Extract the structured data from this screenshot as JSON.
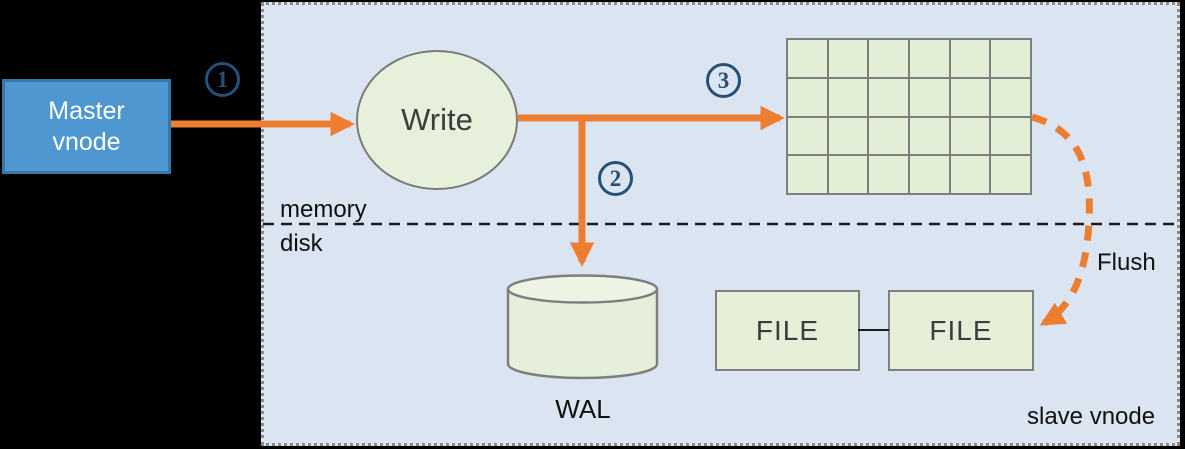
{
  "diagram_type": "flow-diagram",
  "colors": {
    "background_outer": "#000000",
    "panel_bg": "#dbe5f1",
    "panel_border": "#8a8a8a",
    "accent_orange": "#ed7d31",
    "node_green_fill": "#e6efd9",
    "node_green_border": "#7f7f7f",
    "master_blue_fill": "#4f97d1",
    "master_blue_border": "#3878a8",
    "step_number_blue": "#265077",
    "divider_black": "#1c1c1c"
  },
  "nodes": {
    "master": {
      "line1": "Master",
      "line2": "vnode"
    },
    "write": {
      "label": "Write"
    },
    "wal": {
      "label": "WAL"
    },
    "file1": {
      "label": "FILE"
    },
    "file2": {
      "label": "FILE"
    }
  },
  "labels": {
    "memory": "memory",
    "disk": "disk",
    "flush": "Flush",
    "slave_vnode": "slave vnode"
  },
  "steps": {
    "one": "1",
    "two": "2",
    "three": "3"
  },
  "grid": {
    "rows": 4,
    "cols": 6
  }
}
